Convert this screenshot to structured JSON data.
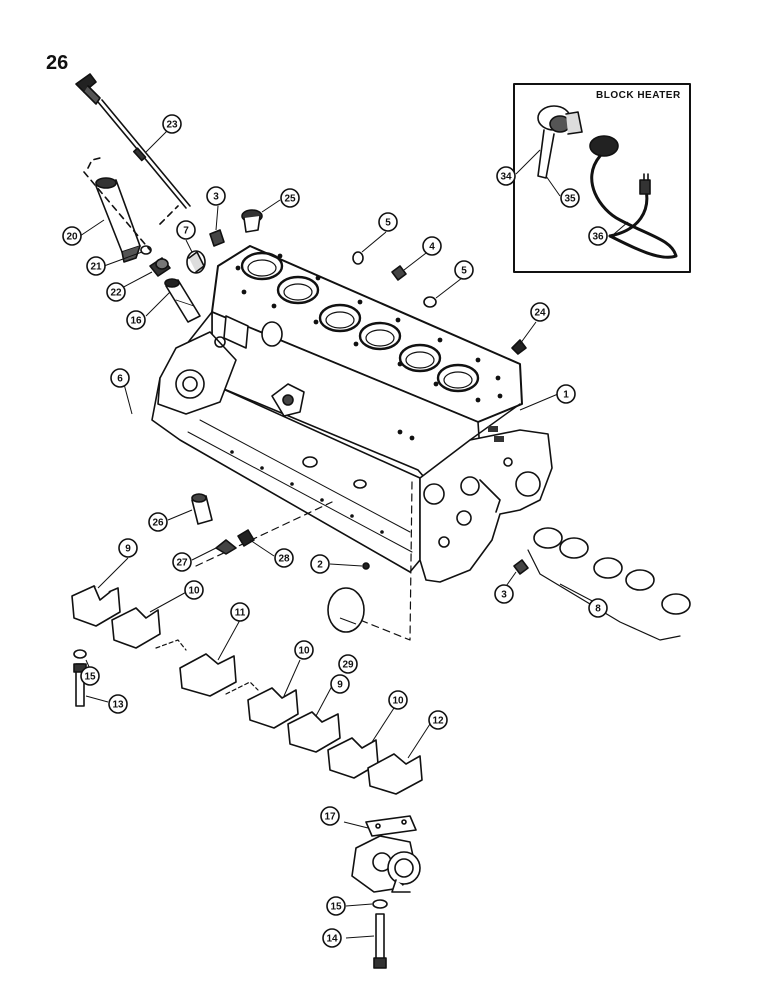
{
  "page": {
    "number": "26"
  },
  "inset": {
    "title": "BLOCK HEATER"
  },
  "callouts": [
    "1",
    "2",
    "3",
    "3",
    "4",
    "5",
    "5",
    "6",
    "7",
    "8",
    "9",
    "9",
    "10",
    "10",
    "10",
    "11",
    "12",
    "13",
    "14",
    "15",
    "15",
    "16",
    "17",
    "20",
    "21",
    "22",
    "23",
    "24",
    "25",
    "26",
    "27",
    "28",
    "29",
    "34",
    "35",
    "36"
  ],
  "colors": {
    "ink": "#111111",
    "background": "#ffffff"
  }
}
